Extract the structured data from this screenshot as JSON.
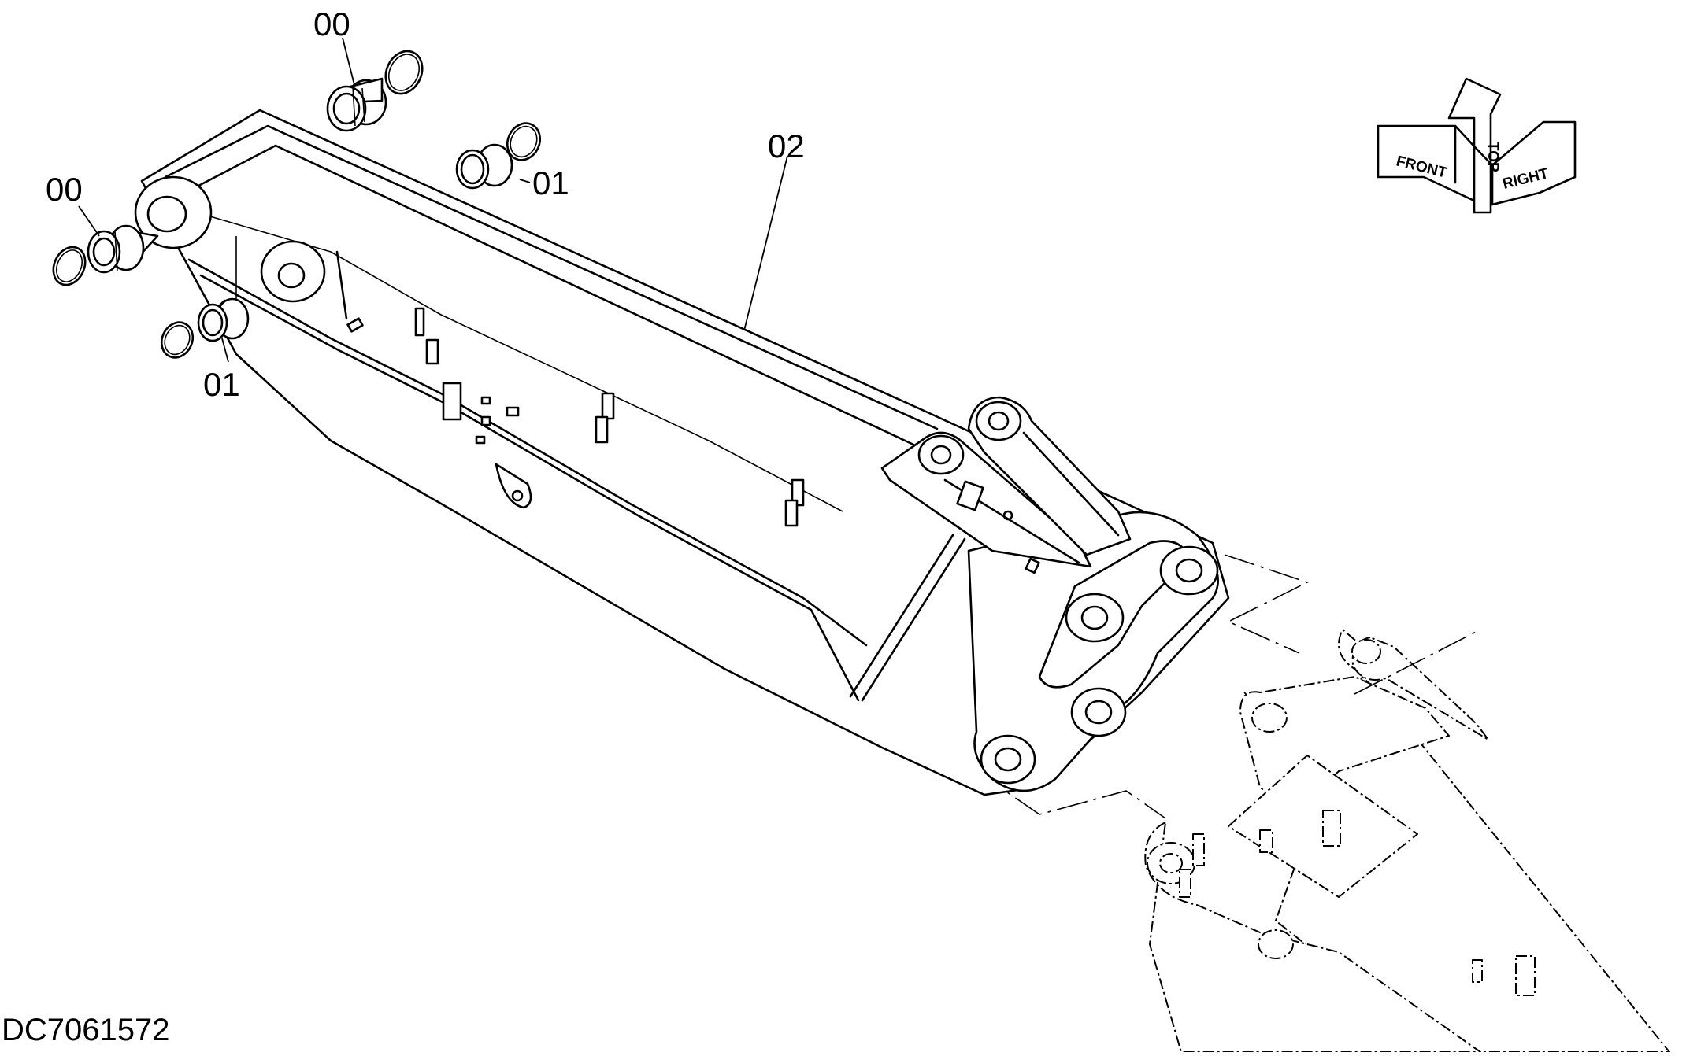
{
  "callouts": {
    "pin_top": "00",
    "pin_left": "00",
    "bushing_right": "01",
    "bushing_left": "01",
    "boom": "02"
  },
  "orientation": {
    "front": "FRONT",
    "top": "TOP",
    "right": "RIGHT"
  },
  "document_id": "DC7061572"
}
